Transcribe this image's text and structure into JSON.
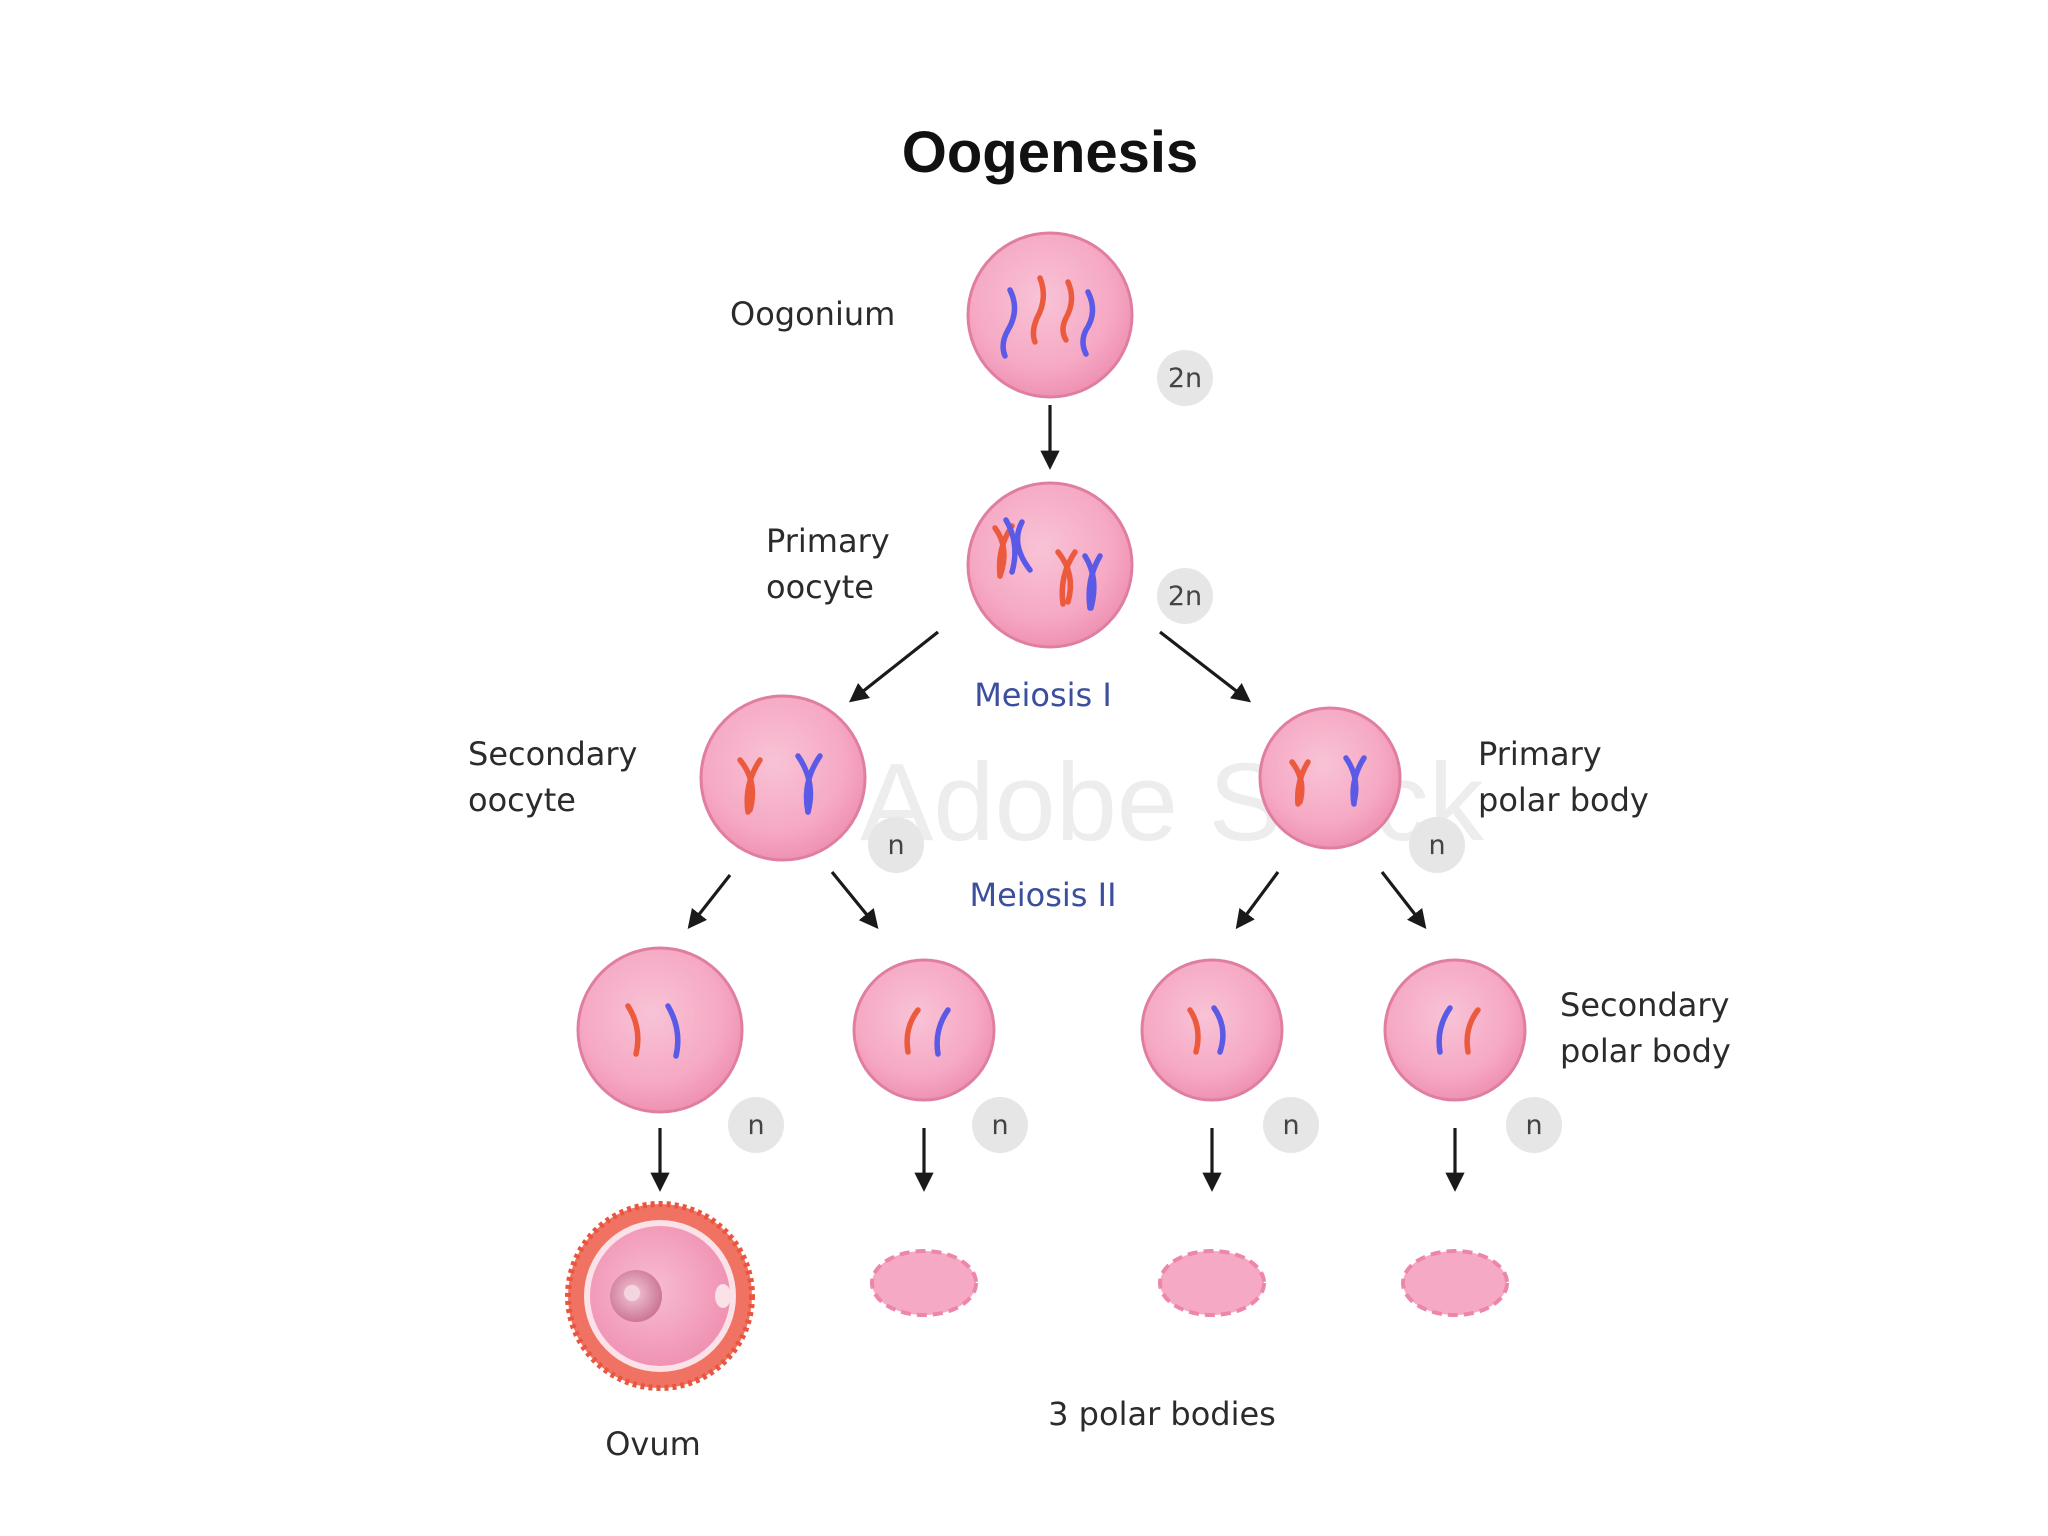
{
  "title": "Oogenesis",
  "watermark": "Adobe Stock",
  "labels": {
    "oogonium": "Oogonium",
    "primary_oocyte_l1": "Primary",
    "primary_oocyte_l2": "oocyte",
    "secondary_oocyte_l1": "Secondary",
    "secondary_oocyte_l2": "oocyte",
    "primary_polar_l1": "Primary",
    "primary_polar_l2": "polar body",
    "secondary_polar_l1": "Secondary",
    "secondary_polar_l2": "polar body",
    "ovum": "Ovum",
    "polar_bodies": "3 polar bodies"
  },
  "phases": {
    "meiosis1": "Meiosis I",
    "meiosis2": "Meiosis II"
  },
  "ploidy": {
    "oogonium": "2n",
    "primary_oocyte": "2n",
    "secondary_oocyte": "n",
    "primary_polar_body": "n",
    "ovum_precursor": "n",
    "polar_body_1": "n",
    "polar_body_2": "n",
    "polar_body_3": "n"
  },
  "colors": {
    "cell_fill": "#f6a9c4",
    "cell_edge": "#e07ea2",
    "chromosome_red": "#ec5a3d",
    "chromosome_blue": "#5a5ae6",
    "zona": "#f07262",
    "phase_text": "#3b4f9e",
    "badge": "#e6e6e6"
  }
}
